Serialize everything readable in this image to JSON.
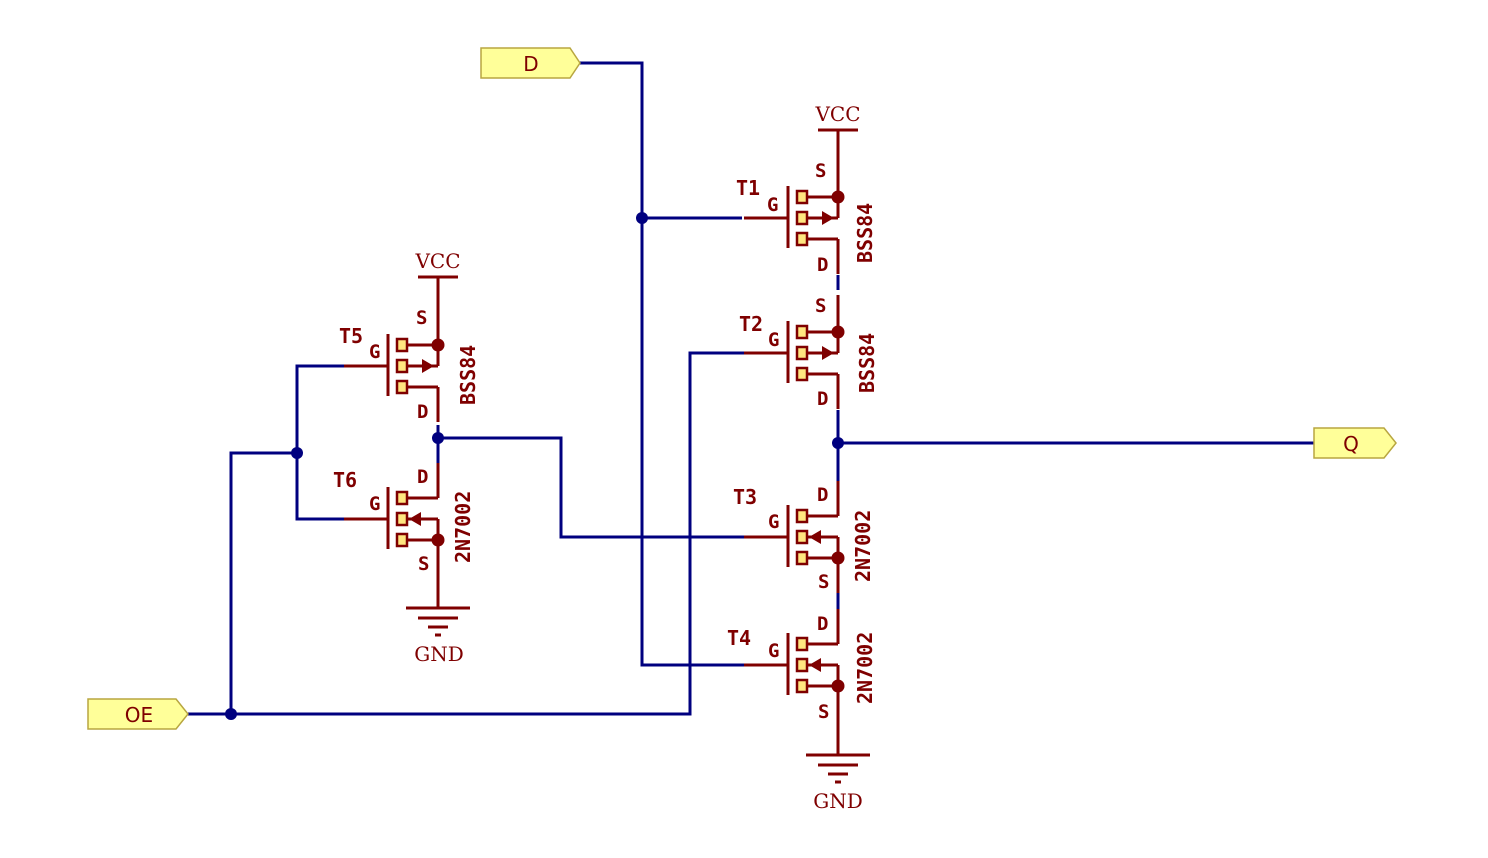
{
  "ports": {
    "d": "D",
    "q": "Q",
    "oe": "OE"
  },
  "power": {
    "vcc": "VCC",
    "gnd": "GND"
  },
  "pins": {
    "gate": "G",
    "source": "S",
    "drain": "D"
  },
  "transistors": {
    "t1": {
      "ref": "T1",
      "value": "BSS84"
    },
    "t2": {
      "ref": "T2",
      "value": "BSS84"
    },
    "t3": {
      "ref": "T3",
      "value": "2N7002"
    },
    "t4": {
      "ref": "T4",
      "value": "2N7002"
    },
    "t5": {
      "ref": "T5",
      "value": "BSS84"
    },
    "t6": {
      "ref": "T6",
      "value": "2N7002"
    }
  },
  "colors": {
    "wire": "#00007f",
    "component": "#7f0000",
    "pad_fill": "#ffe680",
    "port_fill": "#ffff99",
    "port_stroke": "#b8a640"
  }
}
